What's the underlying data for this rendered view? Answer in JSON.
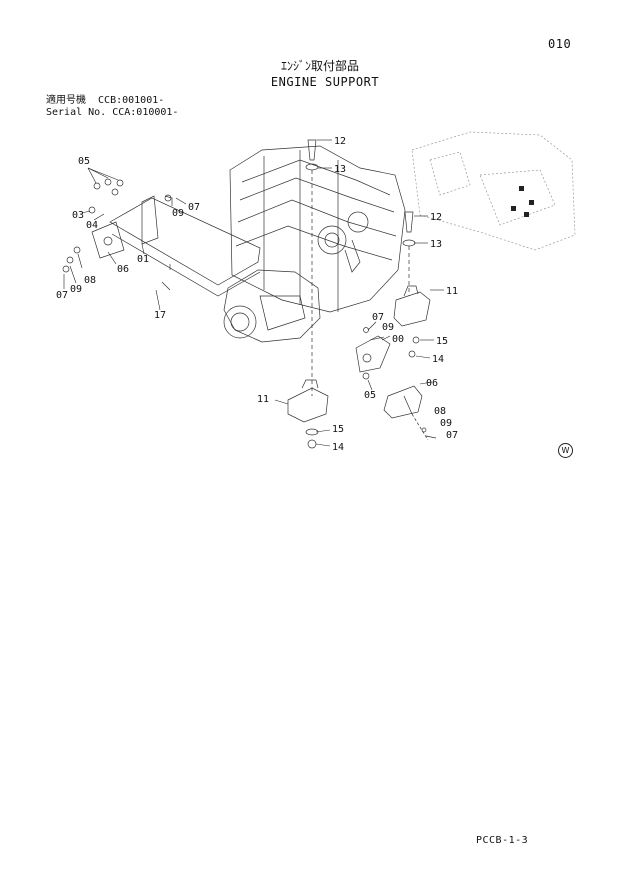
{
  "header": {
    "page_number": "010",
    "title_jp": "ｴﾝｼﾞﾝ取付部品",
    "title_en": "ENGINE SUPPORT"
  },
  "serial": {
    "line1": "適用号機  CCB:001001-",
    "line2": "Serial No. CCA:010001-"
  },
  "callouts": [
    "05",
    "07",
    "03",
    "09",
    "04",
    "06",
    "01",
    "08",
    "09",
    "07",
    "17",
    "12",
    "13",
    "12",
    "13",
    "11",
    "07",
    "09",
    "00",
    "15",
    "14",
    "05",
    "06",
    "11",
    "08",
    "09",
    "07",
    "15",
    "14"
  ],
  "marks": {
    "w_mark": "W"
  },
  "footer": {
    "code": "PCCB-1-3"
  }
}
